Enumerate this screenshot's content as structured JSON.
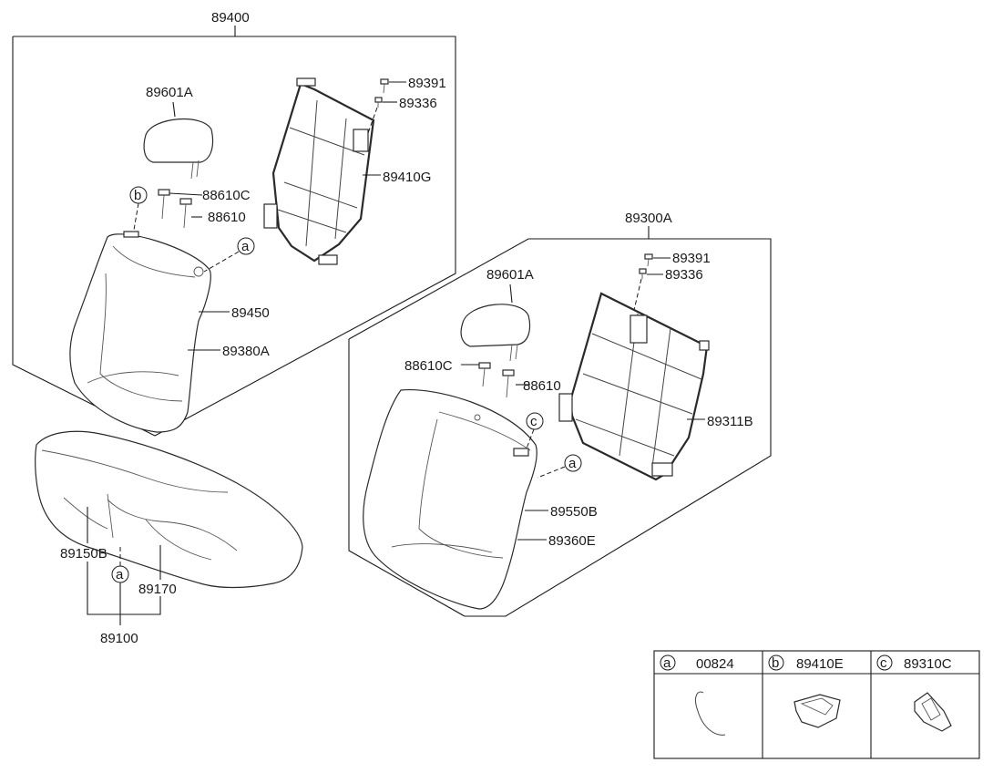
{
  "labels": {
    "p89400": "89400",
    "p89601A_l": "89601A",
    "p89391_l": "89391",
    "p89336_l": "89336",
    "p89410G": "89410G",
    "p88610C_l": "88610C",
    "p88610_l": "88610",
    "p89450": "89450",
    "p89380A": "89380A",
    "p89300A": "89300A",
    "p89391_r": "89391",
    "p89336_r": "89336",
    "p89601A_r": "89601A",
    "p88610C_r": "88610C",
    "p88610_r": "88610",
    "p89311B": "89311B",
    "p89550B": "89550B",
    "p89360E": "89360E",
    "p89150B": "89150B",
    "p89170": "89170",
    "p89100": "89100"
  },
  "refs": {
    "a": "a",
    "b": "b",
    "c": "c"
  },
  "legend": {
    "cells": [
      {
        "letter": "a",
        "part": "00824"
      },
      {
        "letter": "b",
        "part": "89410E"
      },
      {
        "letter": "c",
        "part": "89310C"
      }
    ]
  }
}
